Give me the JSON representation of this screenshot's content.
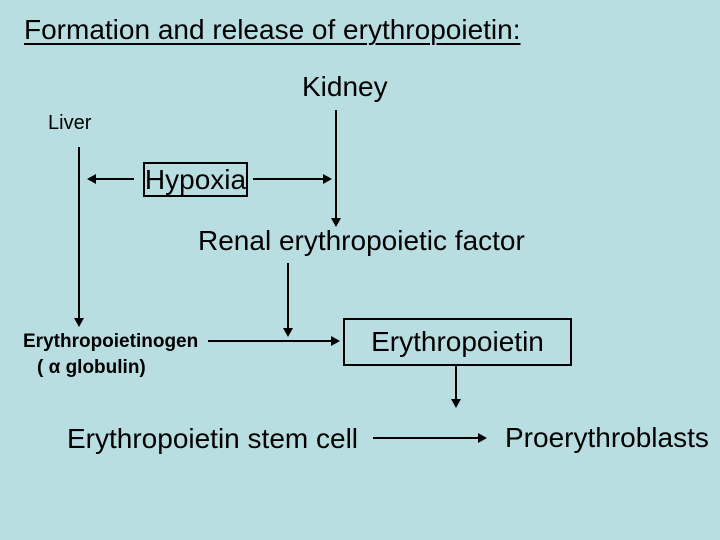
{
  "title": "Formation and release of erythropoietin:",
  "nodes": {
    "kidney": "Kidney",
    "liver": "Liver",
    "hypoxia": "Hypoxia",
    "renal_factor": "Renal erythropoietic factor",
    "erythropoietinogen": "Erythropoietinogen",
    "globulin": "( α globulin)",
    "erythropoietin": "Erythropoietin",
    "stem_cell": "Erythropoietin stem cell",
    "proerythroblasts": "Proerythroblasts"
  },
  "colors": {
    "background": "#b9dee2",
    "ink": "#000000"
  }
}
